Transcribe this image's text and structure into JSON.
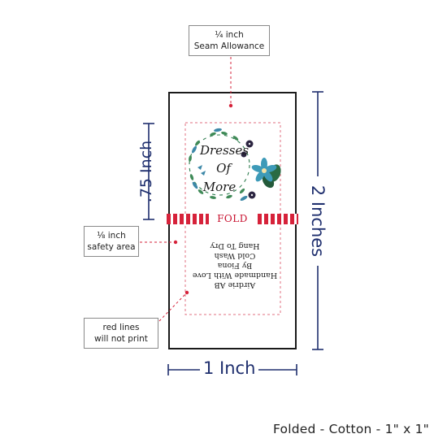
{
  "callouts": {
    "seam_allowance": {
      "line1": "¼ inch",
      "line2": "Seam Allowance"
    },
    "safety_area": {
      "line1": "⅛ inch",
      "line2": "safety area"
    },
    "red_lines": {
      "line1": "red lines",
      "line2": "will not print"
    }
  },
  "dimensions": {
    "width": "1 Inch",
    "height": "2 Inches",
    "half_height": ".75 Inch"
  },
  "label": {
    "brand_lines": [
      "Dresses",
      "Of",
      "More"
    ],
    "fold_text": "FOLD",
    "care_lines": [
      "Airdrie AB",
      "Handmade With Love",
      "By Fiona",
      "Cold Wash",
      "Hang To Dry"
    ]
  },
  "caption": "Folded - Cotton - 1\" x 1\"",
  "colors": {
    "dimension": "#1f2f6e",
    "guide": "#d6223a",
    "border": "#1a1a1a"
  }
}
